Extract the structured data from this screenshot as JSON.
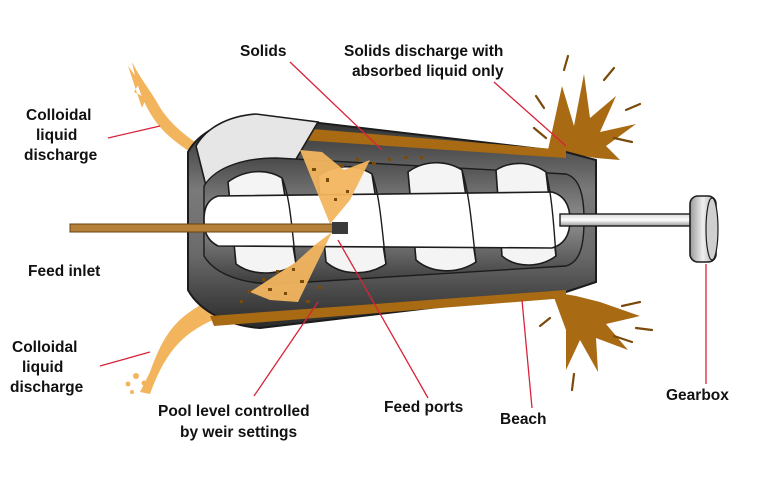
{
  "labels": {
    "solids": "Solids",
    "solids_discharge_1": "Solids discharge with",
    "solids_discharge_2": "absorbed liquid only",
    "colloidal_top_1": "Colloidal",
    "colloidal_top_2": "liquid",
    "colloidal_top_3": "discharge",
    "feed_inlet": "Feed inlet",
    "colloidal_bottom_1": "Colloidal",
    "colloidal_bottom_2": "liquid",
    "colloidal_bottom_3": "discharge",
    "pool_level_1": "Pool level controlled",
    "pool_level_2": "by weir settings",
    "feed_ports": "Feed ports",
    "beach": "Beach",
    "gearbox": "Gearbox"
  },
  "colors": {
    "liquid": "#f2b55e",
    "solids": "#a86a12",
    "solids_dark": "#7a4a0b",
    "bowl_dark": "#3a3a3a",
    "bowl_mid": "#6e6e6e",
    "screw_light": "#f4f4f4",
    "leader": "#d8233b",
    "feed_pipe": "#b4803a"
  }
}
